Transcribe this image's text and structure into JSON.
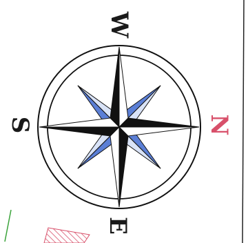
{
  "compass": {
    "north_label": "N",
    "east_label": "E",
    "south_label": "S",
    "west_label": "W",
    "north_color": "#d8506a",
    "label_color": "#1a1a1a",
    "star_dark": "#111111",
    "star_light": "#ffffff",
    "intercardinal_blue": "#5b7fd6",
    "intercardinal_pale": "#d9e3f7"
  },
  "map_fragments": {
    "line_color": "#3aa33a",
    "hatch_color": "#d8506a",
    "edge_line_color": "#222222"
  }
}
